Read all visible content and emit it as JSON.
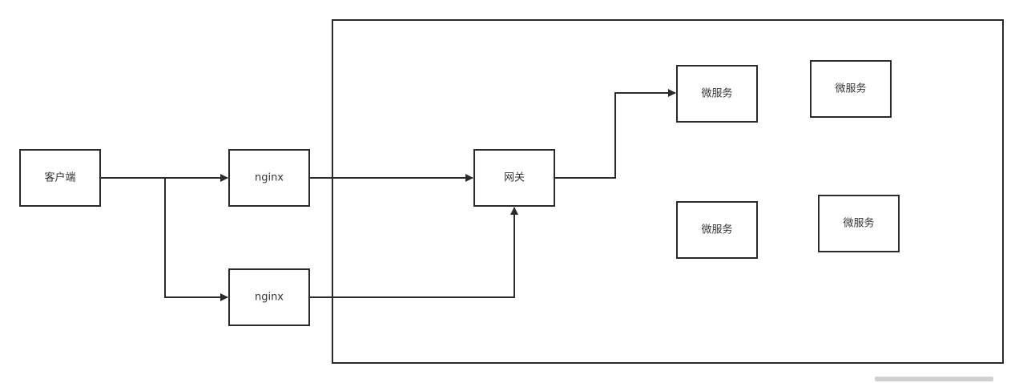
{
  "nodes": {
    "client": "客户端",
    "nginx_top": "nginx",
    "nginx_bottom": "nginx",
    "gateway": "网关",
    "service_1": "微服务",
    "service_2": "微服务",
    "service_3": "微服务",
    "service_4": "微服务"
  },
  "colors": {
    "stroke": "#2b2b2b",
    "text": "#333333",
    "watermark": "#c8c8c8"
  }
}
